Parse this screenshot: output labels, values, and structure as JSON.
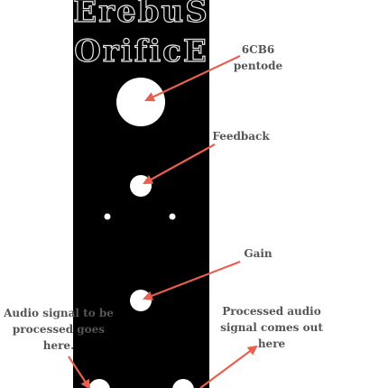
{
  "logo": {
    "line1": "ErebuS",
    "line2": "OrificE"
  },
  "labels": {
    "tube": [
      "6CB6",
      "pentode"
    ],
    "feedback": [
      "Feedback"
    ],
    "gain": [
      "Gain"
    ],
    "input": [
      "Audio signal to be",
      "processed goes",
      "here."
    ],
    "output": [
      "Processed audio",
      "signal comes out",
      "here"
    ]
  },
  "colors": {
    "panel": "#000000",
    "holes": "#ffffff",
    "arrows": "#e8604f",
    "label_text": "#555555"
  }
}
